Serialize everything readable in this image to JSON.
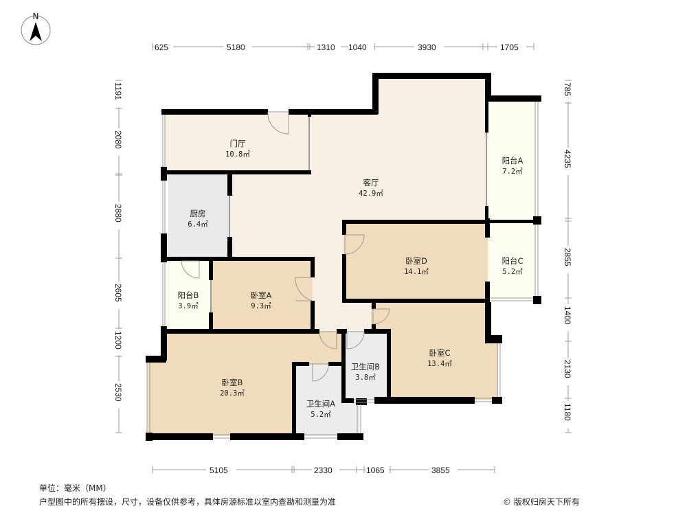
{
  "compass": {
    "label": "N"
  },
  "colors": {
    "wall": "#000000",
    "living": "#f8f0e4",
    "bedroom": "#f0dcbc",
    "kitchen": "#e9e9e9",
    "bathroom": "#ececec",
    "balcony": "#fdfcf0",
    "window": "#9a9a9a",
    "dim_line": "#9a9a9a"
  },
  "rooms": {
    "foyer": {
      "name": "门厅",
      "area": "10.8㎡"
    },
    "living": {
      "name": "客厅",
      "area": "42.9㎡"
    },
    "kitchen": {
      "name": "厨房",
      "area": "6.4㎡"
    },
    "balcony_a": {
      "name": "阳台A",
      "area": "7.2㎡"
    },
    "balcony_b": {
      "name": "阳台B",
      "area": "3.9㎡"
    },
    "balcony_c": {
      "name": "阳台C",
      "area": "5.2㎡"
    },
    "bedroom_a": {
      "name": "卧室A",
      "area": "9.3㎡"
    },
    "bedroom_b": {
      "name": "卧室B",
      "area": "20.3㎡"
    },
    "bedroom_c": {
      "name": "卧室C",
      "area": "13.4㎡"
    },
    "bedroom_d": {
      "name": "卧室D",
      "area": "14.1㎡"
    },
    "bath_a": {
      "name": "卫生间A",
      "area": "5.2㎡"
    },
    "bath_b": {
      "name": "卫生间B",
      "area": "3.8㎡"
    }
  },
  "dimensions": {
    "top": [
      "625",
      "5180",
      "1310",
      "1040",
      "3930",
      "1705"
    ],
    "bottom": [
      "5105",
      "2330",
      "1065",
      "3855"
    ],
    "left": [
      "1191",
      "2080",
      "2880",
      "2605",
      "1200",
      "2530"
    ],
    "right": [
      "785",
      "4235",
      "2855",
      "1400",
      "2130",
      "1180"
    ]
  },
  "footer": {
    "unit": "单位：毫米（MM）",
    "disclaimer": "户型图中的所有摆设，尺寸，设备仅供参考，具体房源标准以室内查勘和测量为准",
    "copyright": "© 版权归房天下所有"
  }
}
